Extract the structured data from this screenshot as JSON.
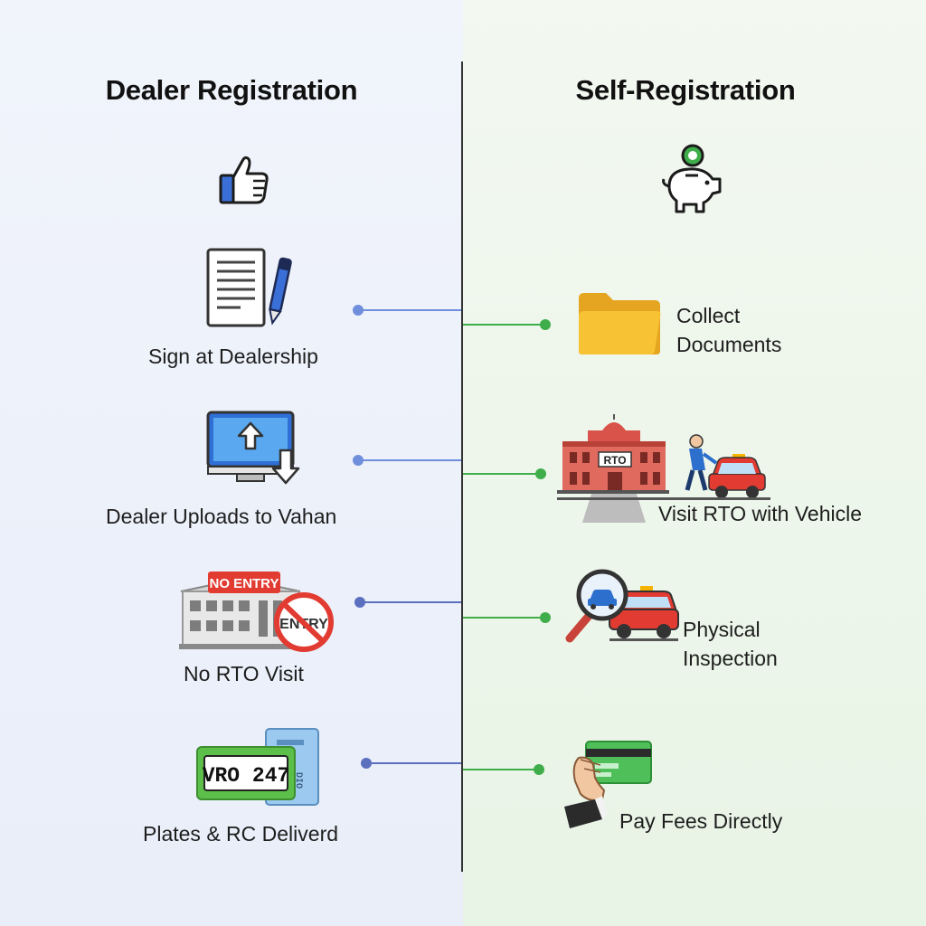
{
  "colors": {
    "left_accent": "#5b7fd6",
    "right_accent": "#3fae4a",
    "divider": "#333333"
  },
  "left": {
    "title": "Dealer Registration",
    "header_icon": "thumbs-up-icon",
    "steps": [
      {
        "label": "Sign at Dealership",
        "icon": "document-pen-icon"
      },
      {
        "label": "Dealer Uploads to Vahan",
        "icon": "monitor-upload-icon"
      },
      {
        "label": "No RTO Visit",
        "icon": "no-entry-building-icon",
        "sign_text": "NO ENTRY",
        "overlay_text": "ENTRY"
      },
      {
        "label": "Plates & RC Deliverd",
        "icon": "license-plate-icon",
        "plate_text": "VRO 247"
      }
    ]
  },
  "right": {
    "title": "Self-Registration",
    "header_icon": "piggy-bank-icon",
    "steps": [
      {
        "label_line1": "Collect",
        "label_line2": "Documents",
        "icon": "folder-icon"
      },
      {
        "label": "Visit RTO with Vehicle",
        "icon": "rto-building-car-icon",
        "building_text": "RTO"
      },
      {
        "label_line1": "Physical",
        "label_line2": "Inspection",
        "icon": "magnifier-car-icon"
      },
      {
        "label": "Pay Fees Directly",
        "icon": "hand-card-icon"
      }
    ]
  }
}
